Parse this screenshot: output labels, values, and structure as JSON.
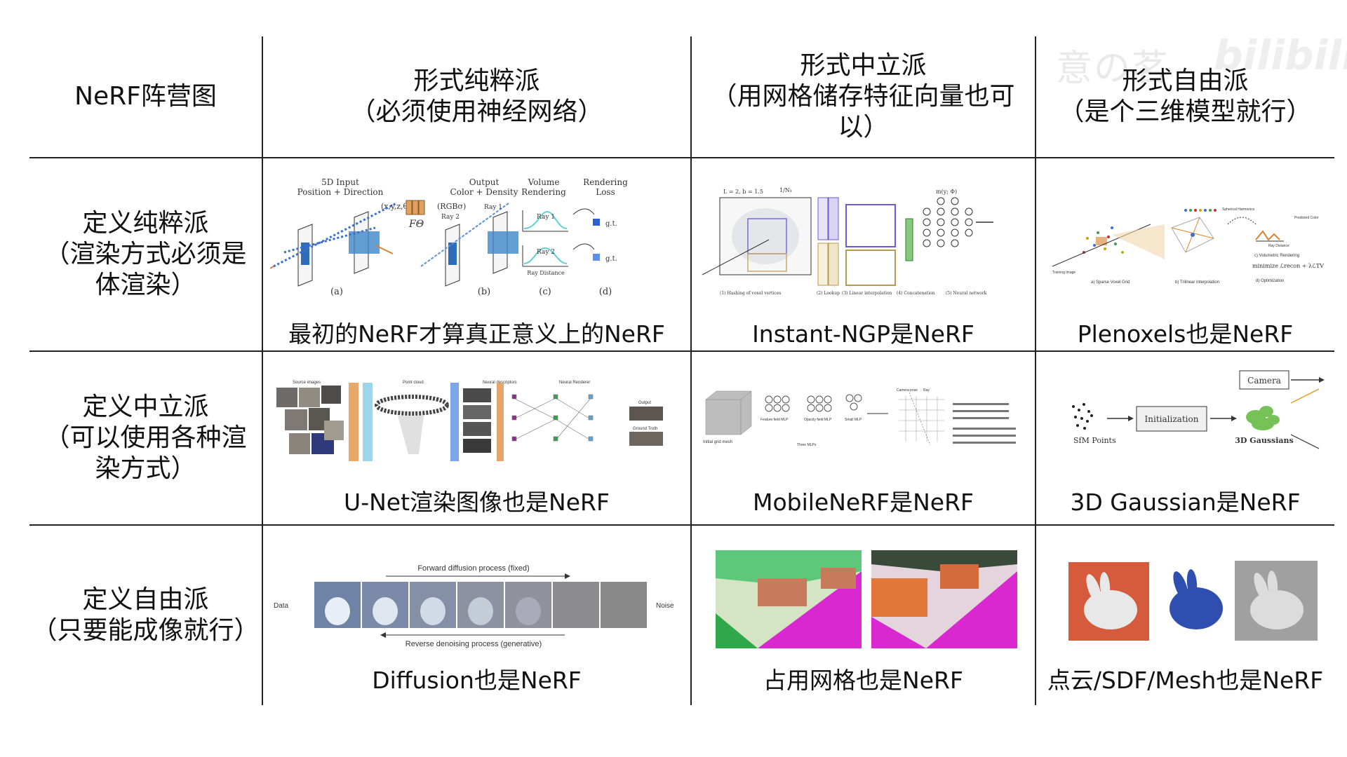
{
  "header": {
    "corner": "NeRF阵营图",
    "columns": [
      {
        "line1": "形式纯粹派",
        "line2": "（必须使用神经网络）",
        "line3": ""
      },
      {
        "line1": "形式中立派",
        "line2": "（用网格储存特征向量也可",
        "line3": "以）"
      },
      {
        "line1": "形式自由派",
        "line2": "（是个三维模型就行）",
        "line3": ""
      }
    ]
  },
  "rows": [
    {
      "label": {
        "line1": "定义纯粹派",
        "line2": "（渲染方式必须是",
        "line3": "体渲染）"
      },
      "captions": [
        "最初的NeRF才算真正意义上的NeRF",
        "Instant-NGP是NeRF",
        "Plenoxels也是NeRF"
      ]
    },
    {
      "label": {
        "line1": "定义中立派",
        "line2": "（可以使用各种渲",
        "line3": "染方式）"
      },
      "captions": [
        "U-Net渲染图像也是NeRF",
        "MobileNeRF是NeRF",
        "3D Gaussian是NeRF"
      ]
    },
    {
      "label": {
        "line1": "定义自由派",
        "line2": "（只要能成像就行）",
        "line3": ""
      },
      "captions": [
        "Diffusion也是NeRF",
        "占用网格也是NeRF",
        "点云/SDF/Mesh也是NeRF"
      ]
    }
  ],
  "figures": {
    "nerf": {
      "input_title": "5D Input",
      "input_sub": "Position + Direction",
      "input_vars": "(x,y,z,θ,ϕ)",
      "fn": "FΘ",
      "output_title": "Output",
      "output_sub": "Color + Density",
      "output_vars": "(RGBσ)",
      "vr_title": "Volume",
      "vr_sub": "Rendering",
      "rl_title": "Rendering",
      "rl_sub": "Loss",
      "ray1": "Ray 1",
      "ray2": "Ray 2",
      "ray_distance": "Ray Distance",
      "gt": "g.t.",
      "labels": [
        "(a)",
        "(b)",
        "(c)",
        "(d)"
      ]
    },
    "ngp": {
      "l_text": "L = 2,  b = 1.5",
      "n_text": "1/N₁",
      "steps": [
        "(1) Hashing of voxel vertices",
        "(2) Lookup",
        "(3) Linear interpolation",
        "(4) Concatenation",
        "(5) Neural network"
      ],
      "m_text": "m(y; Φ)"
    },
    "plenoxels": {
      "steps": [
        "a) Sparse Voxel Grid",
        "b) Trilinear Interpolation",
        "c) Volumetric Rendering",
        "d) Optimization"
      ],
      "sh": "Spherical Harmonics",
      "training": "Training Image",
      "minimize": "minimize ℒrecon + λℒTV",
      "pred": "Predicted Color",
      "raydist": "Ray Distance"
    },
    "unet": {
      "labels": [
        "Source images",
        "Point cloud",
        "Neural descriptors",
        "Neural Renderer",
        "Output",
        "Ground Truth"
      ]
    },
    "mobile": {
      "labels": [
        "Feature field MLP",
        "Opacity field MLP",
        "Small MLP",
        "Three MLPs",
        "Initial grid mesh",
        "Camera pose",
        "Ray"
      ]
    },
    "gaussian": {
      "camera": "Camera",
      "init": "Initialization",
      "sfm": "SfM Points",
      "g3d": "3D Gaussians"
    },
    "diffusion": {
      "forward": "Forward diffusion process (fixed)",
      "reverse": "Reverse denoising process (generative)",
      "data": "Data",
      "noise": "Noise"
    }
  },
  "watermark": {
    "text": "意の茗",
    "logo": "bilibili"
  },
  "colors": {
    "line": "#222222",
    "accent_blue": "#3a6fd1",
    "accent_orange": "#d9822b",
    "magenta": "#d928d0",
    "terracotta": "#d65b3c"
  }
}
